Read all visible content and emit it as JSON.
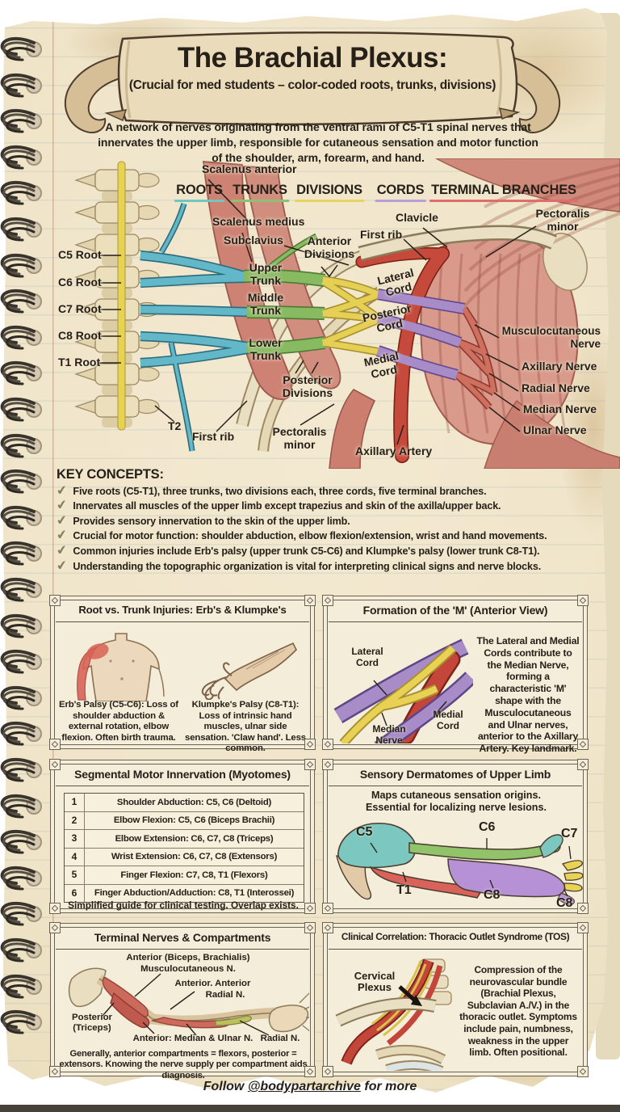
{
  "banner": {
    "title": "The Brachial Plexus:",
    "subtitle": "(Crucial for med students – color-coded roots, trunks, divisions)"
  },
  "intro": "A network of nerves originating from the ventral rami of C5-T1 spinal nerves that innervates the upper limb, responsible for cutaneous sensation and motor function of the shoulder, arm, forearm, and hand.",
  "diagram": {
    "headers": [
      {
        "label": "ROOTS",
        "color": "#6fc7bd"
      },
      {
        "label": "TRUNKS",
        "color": "#8fbf72"
      },
      {
        "label": "DIVISIONS",
        "color": "#e9d35e"
      },
      {
        "label": "CORDS",
        "color": "#b79fd8"
      },
      {
        "label": "TERMINAL BRANCHES",
        "color": "#e06c6c"
      }
    ],
    "labels": {
      "scalenus_anterior": "Scalenus anterior",
      "scalenus_medius": "Scalenus medius",
      "subclavius": "Subclavius",
      "c5_root": "C5 Root",
      "c6_root": "C6 Root",
      "c7_root": "C7 Root",
      "c8_root": "C8 Root",
      "t1_root": "T1 Root",
      "t2": "T2",
      "first_rib_left": "First rib",
      "upper_trunk": "Upper Trunk",
      "middle_trunk": "Middle Trunk",
      "lower_trunk": "Lower Trunk",
      "anterior_divisions": "Anterior Divisions",
      "posterior_divisions": "Posterior Divisions",
      "clavicle": "Clavicle",
      "first_rib_right": "First rib",
      "pectoralis_minor_top": "Pectoralis minor",
      "lateral_cord": "Lateral Cord",
      "posterior_cord": "Posterior Cord",
      "medial_cord": "Medial Cord",
      "musculocutaneous_nerve": "Musculocutaneous Nerve",
      "axillary_nerve": "Axillary Nerve",
      "radial_nerve": "Radial Nerve",
      "median_nerve": "Median Nerve",
      "ulnar_nerve": "Ulnar Nerve",
      "pectoralis_minor_bottom": "Pectoralis minor",
      "axillary_artery": "Axillary Artery"
    }
  },
  "key_concepts": {
    "heading": "KEY CONCEPTS:",
    "items": [
      "Five roots (C5-T1), three trunks, two divisions each, three cords, five terminal branches.",
      "Innervates all muscles of the upper limb except trapezius and skin of the axilla/upper back.",
      "Provides sensory innervation to the skin of the upper limb.",
      "Crucial for motor function: shoulder abduction, elbow flexion/extension, wrist and hand movements.",
      "Common injuries include Erb's palsy (upper trunk C5-C6) and Klumpke's palsy (lower trunk C8-T1).",
      "Understanding the topographic organization is vital for interpreting clinical signs and nerve blocks."
    ]
  },
  "panels": {
    "injuries": {
      "title": "Root vs. Trunk Injuries: Erb's & Klumpke's",
      "left_caption": "Erb's Palsy (C5-C6): Loss of shoulder abduction & external rotation, elbow flexion. Often birth trauma.",
      "right_caption": "Klumpke's Palsy (C8-T1): Loss of intrinsic hand muscles, ulnar side sensation. 'Claw hand'. Less common."
    },
    "m_formation": {
      "title": "Formation of the 'M' (Anterior View)",
      "labels": {
        "lateral_cord": "Lateral Cord",
        "median_nerve": "Median Nerve",
        "medial_cord": "Medial Cord"
      },
      "body": "The Lateral and Medial Cords contribute to the Median Nerve, forming a characteristic 'M' shape with the Musculocutaneous and Ulnar nerves, anterior to the Axillary Artery. Key landmark."
    },
    "myotomes": {
      "title": "Segmental Motor Innervation (Myotomes)",
      "rows": [
        {
          "num": "1",
          "text": "Shoulder Abduction: C5, C6 (Deltoid)"
        },
        {
          "num": "2",
          "text": "Elbow Flexion: C5, C6 (Biceps Brachii)"
        },
        {
          "num": "3",
          "text": "Elbow Extension: C6, C7, C8 (Triceps)"
        },
        {
          "num": "4",
          "text": "Wrist Extension: C6, C7, C8 (Extensors)"
        },
        {
          "num": "5",
          "text": "Finger Flexion: C7, C8, T1 (Flexors)"
        },
        {
          "num": "6",
          "text": "Finger Abduction/Adduction: C8, T1 (Interossei)"
        }
      ],
      "footnote": "Simplified guide for clinical testing. Overlap exists."
    },
    "dermatomes": {
      "title": "Sensory Dermatomes of Upper Limb",
      "subtitle1": "Maps cutaneous sensation origins.",
      "subtitle2": "Essential for localizing nerve lesions.",
      "labels": {
        "c5": "C5",
        "c6": "C6",
        "c7": "C7",
        "t1": "T1",
        "c8_forearm": "C8",
        "c8_hand": "C8"
      }
    },
    "compartments": {
      "title": "Terminal Nerves & Compartments",
      "labels": {
        "anterior_arm": "Anterior (Biceps, Brachialis)",
        "musculocutaneous": "Musculocutaneous N.",
        "anterior_anterior": "Anterior. Anterior",
        "radial_top": "Radial N.",
        "posterior_triceps": "Posterior (Triceps)",
        "anterior_median_ulnar": "Anterior: Median & Ulnar N.",
        "radial_bottom": "Radial N."
      },
      "footnote": "Generally, anterior compartments = flexors, posterior = extensors. Knowing the nerve supply per compartment aids diagnosis."
    },
    "tos": {
      "title": "Clinical Correlation: Thoracic Outlet Syndrome (TOS)",
      "label": "Cervical Plexus",
      "body": "Compression of the neurovascular bundle (Brachial Plexus, Subclavian A./V.) in the thoracic outlet. Symptoms include pain, numbness, weakness in the upper limb. Often positional."
    }
  },
  "footer": {
    "prefix": "Follow ",
    "handle": "@bodypartarchive",
    "suffix": " for more"
  }
}
